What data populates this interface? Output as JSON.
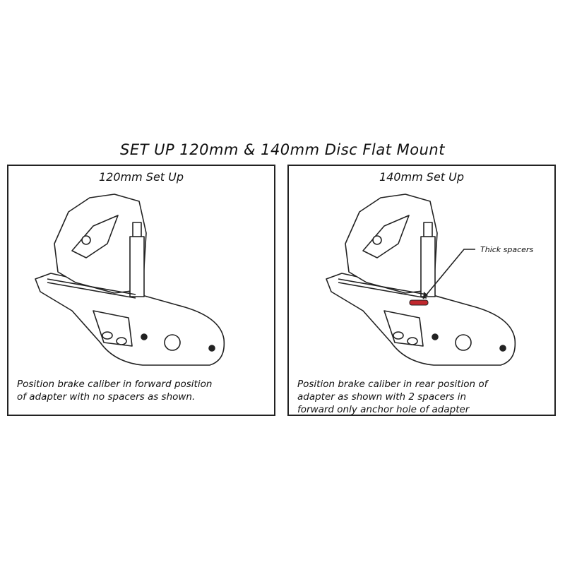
{
  "title": "SET UP 120mm & 140mm Disc Flat Mount",
  "panels": [
    {
      "title": "120mm Set Up",
      "description": "Position brake caliber in forward position\nof adapter with no spacers as shown."
    },
    {
      "title": "140mm Set Up",
      "description": "Position brake caliber in rear position of\nadapter as shown with 2 spacers in\nforward only anchor hole of adapter",
      "callout": "Thick spacers"
    }
  ],
  "colors": {
    "spacer": "#c0282e",
    "line": "#222222"
  }
}
